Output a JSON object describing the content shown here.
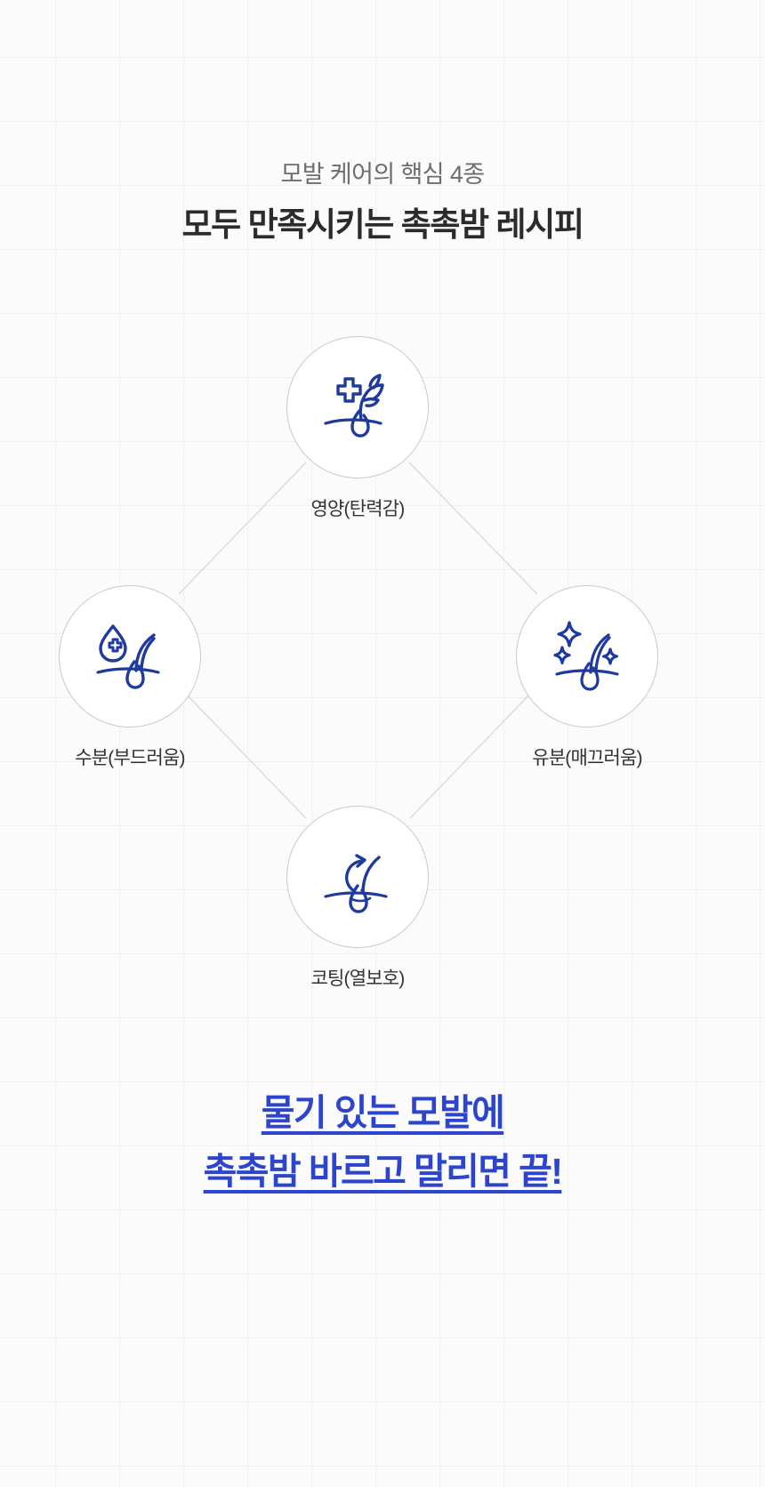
{
  "header": {
    "subtitle": "모발 케어의 핵심 4종",
    "title": "모두 만족시키는 촉촉밤 레시피"
  },
  "diagram": {
    "nodes": [
      {
        "id": "nutrition",
        "label": "영양(탄력감)",
        "icon": "hair-follicle-plus-sprout-icon",
        "position": "top"
      },
      {
        "id": "moisture",
        "label": "수분(부드러움)",
        "icon": "water-drop-plus-hair-icon",
        "position": "left"
      },
      {
        "id": "oil",
        "label": "유분(매끄러움)",
        "icon": "sparkle-shine-hair-icon",
        "position": "right"
      },
      {
        "id": "coating",
        "label": "코팅(열보호)",
        "icon": "hair-curl-arrow-icon",
        "position": "bottom"
      }
    ]
  },
  "cta": {
    "line1": "물기 있는 모발에",
    "line2": "촉촉밤 바르고 말리면 끝!"
  },
  "colors": {
    "accent_blue": "#2c45cc",
    "icon_blue": "#1f3a9e",
    "title_dark": "#2b2b2d",
    "subtitle_gray": "#6d6d70",
    "circle_border": "#c9c9cf",
    "connector_line": "#d8d8de",
    "background": "#fbfbfb"
  }
}
